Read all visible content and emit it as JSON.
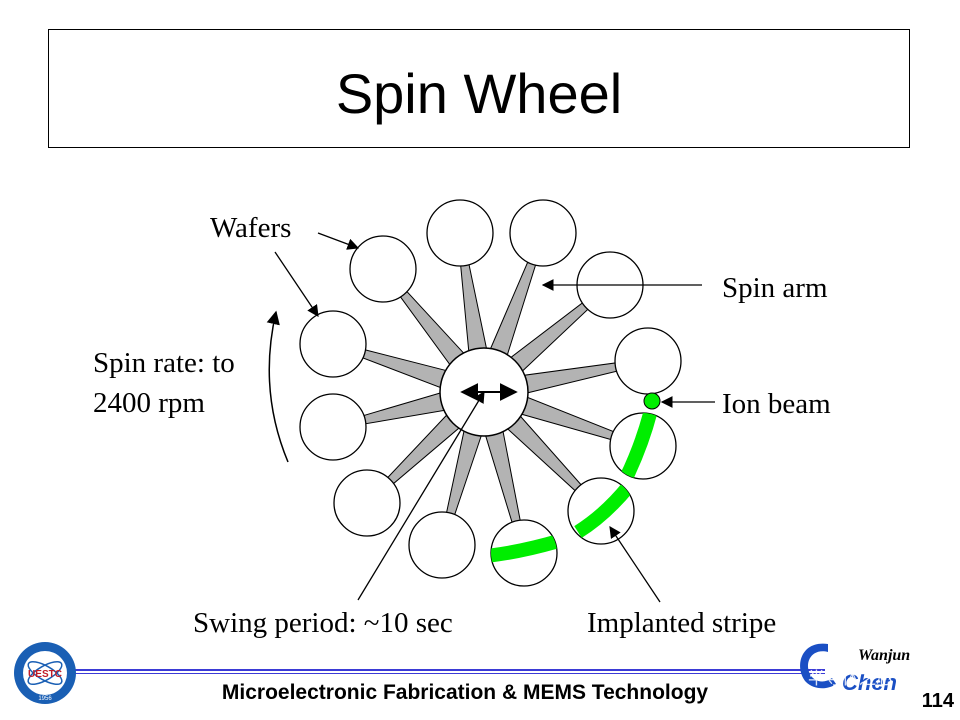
{
  "slide": {
    "title": "Spin Wheel",
    "footer": "Microelectronic Fabrication & MEMS Technology",
    "page_number": "114"
  },
  "diagram": {
    "labels": {
      "wafers": "Wafers",
      "spin_arm": "Spin arm",
      "spin_rate_line1": "Spin rate: to",
      "spin_rate_line2": "2400 rpm",
      "ion_beam": "Ion beam",
      "swing_period": "Swing period: ~10 sec",
      "implanted_stripe": "Implanted stripe"
    },
    "colors": {
      "arm": "#b3b3b3",
      "stripe": "#00ee00",
      "outline": "#000000"
    }
  },
  "logos": {
    "left": {
      "text": "UESTC",
      "year": "1956",
      "color": "#1a5fb4"
    },
    "right": {
      "script": "Wanjun",
      "text": "Chen",
      "color": "#1a4fc4",
      "watermark": "半导体之芯"
    }
  }
}
